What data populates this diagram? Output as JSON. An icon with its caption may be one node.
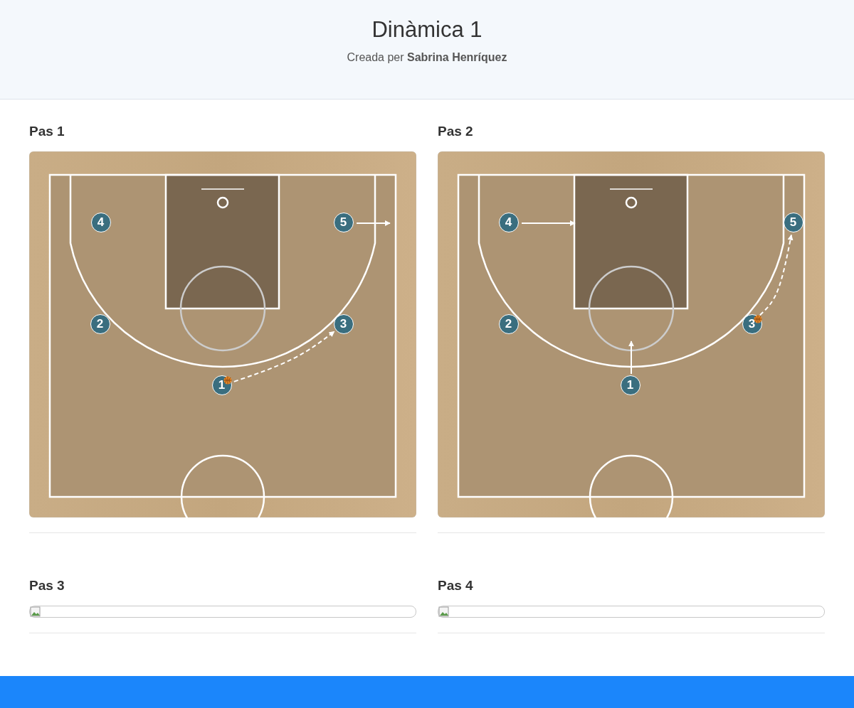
{
  "diagram": {
    "title": "Dinàmica 1",
    "nodes": [
      {
        "text": [
          "4"
        ]
      },
      {
        "text": [
          "5"
        ]
      },
      {
        "text": [
          "2"
        ]
      },
      {
        "text": [
          "3"
        ]
      },
      {
        "text": [
          "1"
        ]
      },
      {
        "text": [
          "4"
        ]
      },
      {
        "text": [
          "5"
        ]
      },
      {
        "text": [
          "2"
        ]
      },
      {
        "text": [
          "3"
        ]
      },
      {
        "text": [
          "1"
        ]
      }
    ],
    "edges": [
      {
        "from": 1,
        "to": null,
        "arrow": "to"
      },
      {
        "from": 4,
        "to": 3,
        "arrow": "to",
        "style": "dashed"
      },
      {
        "from": 5,
        "to": null,
        "arrow": "to"
      },
      {
        "from": 9,
        "to": null,
        "arrow": "to"
      },
      {
        "from": 8,
        "to": 6,
        "arrow": "to",
        "style": "dashed"
      }
    ],
    "labels": [
      "Creada per **Sabrina Henríquez**",
      "Pas 1",
      "Pas 2",
      "Pas 3",
      "Pas 4"
    ]
  }
}
